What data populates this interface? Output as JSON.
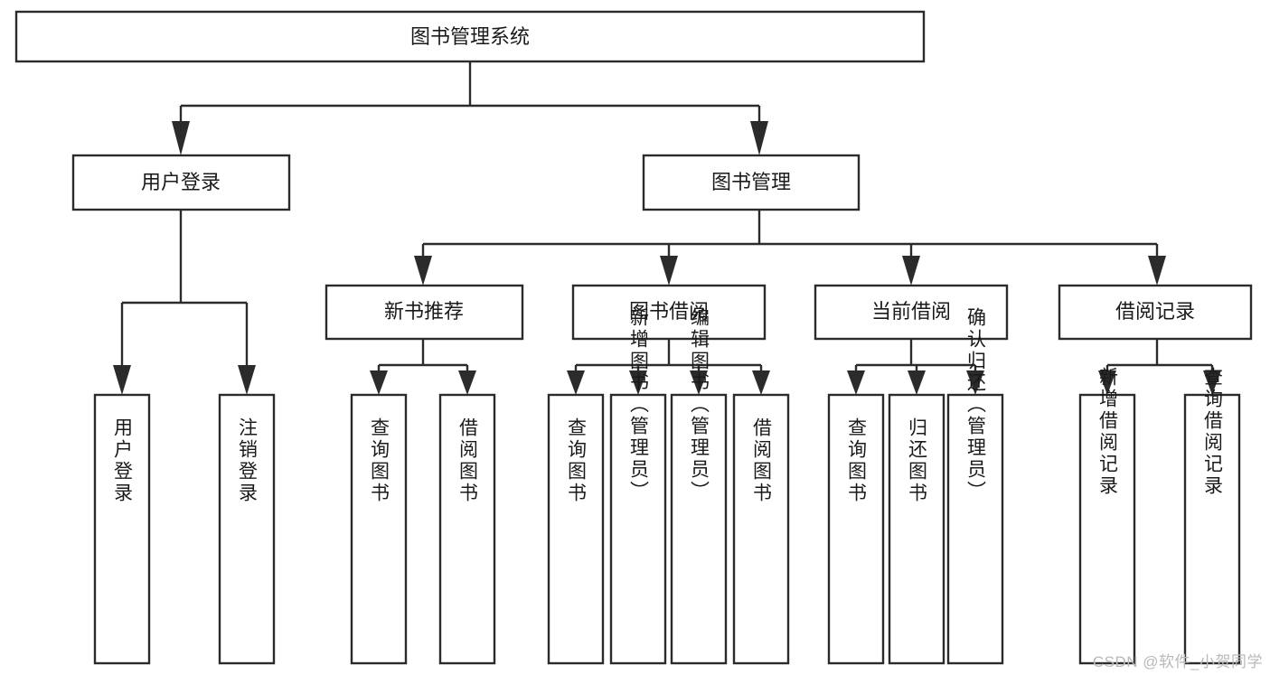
{
  "diagram": {
    "type": "tree-hierarchy",
    "title": "图书管理系统",
    "root": {
      "label": "图书管理系统",
      "orientation": "horizontal"
    },
    "level2": [
      {
        "label": "用户登录",
        "orientation": "horizontal"
      },
      {
        "label": "图书管理",
        "orientation": "horizontal"
      }
    ],
    "level3": [
      {
        "label": "新书推荐",
        "orientation": "horizontal"
      },
      {
        "label": "图书借阅",
        "orientation": "horizontal"
      },
      {
        "label": "当前借阅",
        "orientation": "horizontal"
      },
      {
        "label": "借阅记录",
        "orientation": "horizontal"
      }
    ],
    "leaves": {
      "user_login": [
        {
          "label": "用户登录",
          "orientation": "vertical"
        },
        {
          "label": "注销登录",
          "orientation": "vertical"
        }
      ],
      "new_book_recommend": [
        {
          "label": "查询图书",
          "orientation": "vertical"
        },
        {
          "label": "借阅图书",
          "orientation": "vertical"
        }
      ],
      "book_borrow": [
        {
          "label": "查询图书",
          "orientation": "vertical"
        },
        {
          "label": "新增图书（管理员）",
          "orientation": "vertical"
        },
        {
          "label": "编辑图书（管理员）",
          "orientation": "vertical"
        },
        {
          "label": "借阅图书",
          "orientation": "vertical"
        }
      ],
      "current_borrow": [
        {
          "label": "查询图书",
          "orientation": "vertical"
        },
        {
          "label": "归还图书",
          "orientation": "vertical"
        },
        {
          "label": "确认归还（管理员）",
          "orientation": "vertical"
        }
      ],
      "borrow_record": [
        {
          "label": "新增借阅记录",
          "orientation": "vertical"
        },
        {
          "label": "查询借阅记录",
          "orientation": "vertical"
        }
      ]
    },
    "colors": {
      "box_stroke": "#2b2b2b",
      "box_fill": "#ffffff",
      "text": "#1a1a1a",
      "background": "#ffffff",
      "watermark": "#b9b9b9"
    }
  },
  "watermark": {
    "text": "CSDN @软件_小贺同学"
  }
}
